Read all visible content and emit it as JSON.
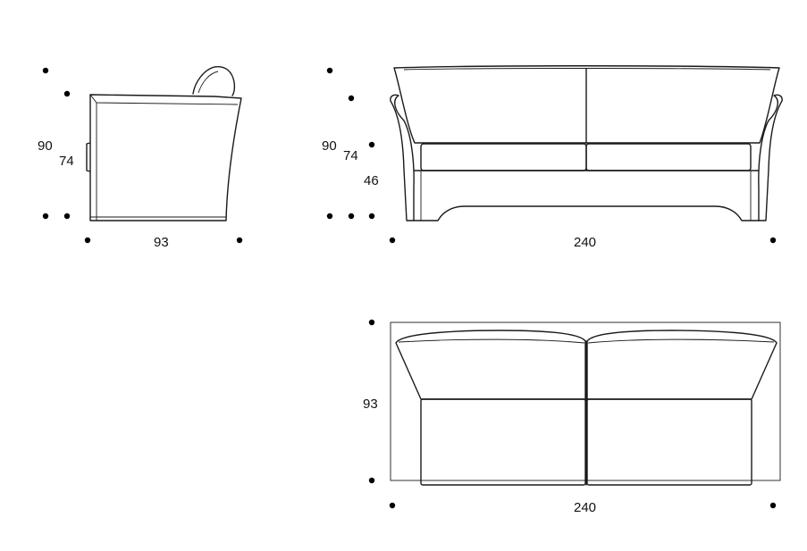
{
  "side_view": {
    "height_total": "90",
    "height_arm": "74",
    "depth": "93"
  },
  "front_view": {
    "height_total": "90",
    "height_arm": "74",
    "height_seat": "46",
    "width": "240"
  },
  "top_view": {
    "depth": "93",
    "width": "240"
  },
  "colors": {
    "line": "#1a1a1a",
    "background": "#ffffff"
  }
}
